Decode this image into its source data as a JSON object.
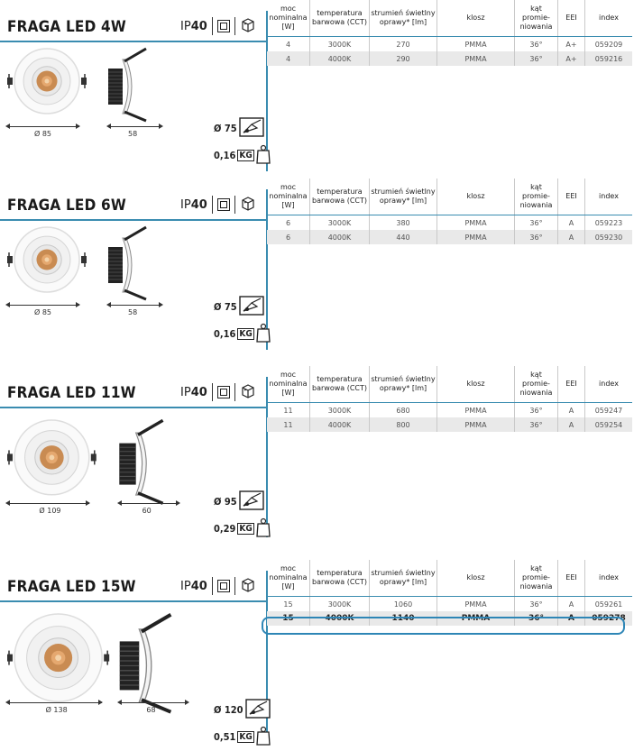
{
  "columns": [
    "moc nominalna [W]",
    "temperatura barwowa (CCT)",
    "strumień świetlny oprawy* [lm]",
    "klosz",
    "kąt promie-niowania",
    "EEI",
    "index"
  ],
  "ip_prefix": "IP",
  "ip_value": "40",
  "weight_unit": "KG",
  "products": [
    {
      "title": "FRAGA LED 4W",
      "dim_front": "Ø 85",
      "dim_side": "58",
      "cutout": "Ø 75",
      "weight": "0,16",
      "rows": [
        [
          "4",
          "3000K",
          "270",
          "PMMA",
          "36°",
          "A+",
          "059209"
        ],
        [
          "4",
          "4000K",
          "290",
          "PMMA",
          "36°",
          "A+",
          "059216"
        ]
      ]
    },
    {
      "title": "FRAGA LED 6W",
      "dim_front": "Ø 85",
      "dim_side": "58",
      "cutout": "Ø 75",
      "weight": "0,16",
      "rows": [
        [
          "6",
          "3000K",
          "380",
          "PMMA",
          "36°",
          "A",
          "059223"
        ],
        [
          "6",
          "4000K",
          "440",
          "PMMA",
          "36°",
          "A",
          "059230"
        ]
      ]
    },
    {
      "title": "FRAGA LED 11W",
      "dim_front": "Ø 109",
      "dim_side": "60",
      "cutout": "Ø 95",
      "weight": "0,29",
      "rows": [
        [
          "11",
          "3000K",
          "680",
          "PMMA",
          "36°",
          "A",
          "059247"
        ],
        [
          "11",
          "4000K",
          "800",
          "PMMA",
          "36°",
          "A",
          "059254"
        ]
      ]
    },
    {
      "title": "FRAGA LED 15W",
      "dim_front": "Ø 138",
      "dim_side": "68",
      "cutout": "Ø 120",
      "weight": "0,51",
      "rows": [
        [
          "15",
          "3000K",
          "1060",
          "PMMA",
          "36°",
          "A",
          "059261"
        ],
        [
          "15",
          "4000K",
          "1140",
          "PMMA",
          "36°",
          "A",
          "059278"
        ]
      ]
    }
  ],
  "colors": {
    "accent": "#3a8cb0",
    "highlight": "#2e86b6",
    "row_alt": "#e9e9e9"
  }
}
